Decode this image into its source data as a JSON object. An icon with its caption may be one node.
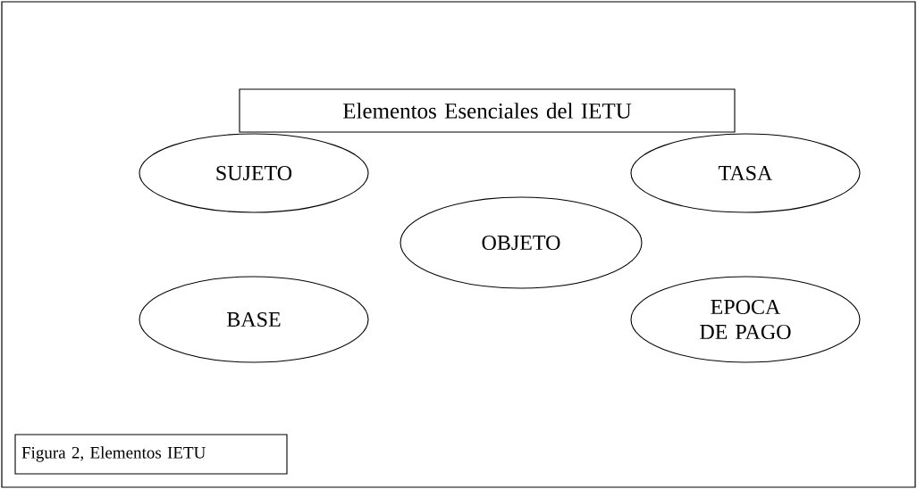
{
  "diagram": {
    "nodes": [
      {
        "text": [
          "Elementos  Esenciales del IETU"
        ]
      },
      {
        "text": [
          "SUJETO"
        ]
      },
      {
        "text": [
          "TASA"
        ]
      },
      {
        "text": [
          "OBJETO"
        ]
      },
      {
        "text": [
          "BASE"
        ]
      },
      {
        "text": [
          "EPOCA DE PAGO"
        ]
      },
      {
        "text": [
          "Figura 2, Elementos IETU"
        ]
      }
    ]
  }
}
